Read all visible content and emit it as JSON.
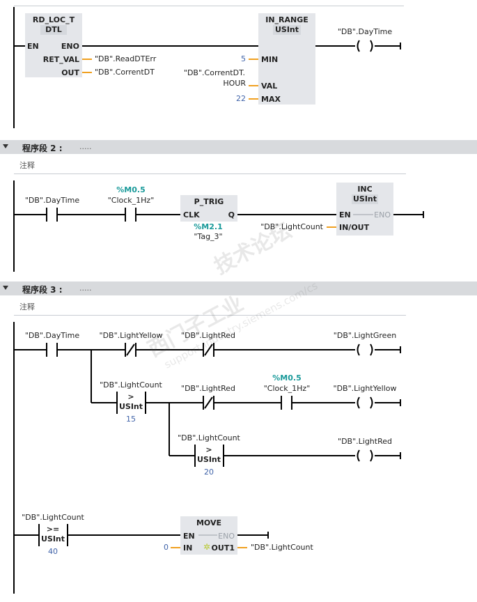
{
  "network1": {
    "rd_loc_t": {
      "title": "RD_LOC_T",
      "type": "DTL",
      "pin_en": "EN",
      "pin_eno": "ENO",
      "pin_ret": "RET_VAL",
      "pin_out": "OUT",
      "ret_operand": "\"DB\".ReadDTErr",
      "out_operand": "\"DB\".CorrentDT"
    },
    "in_range": {
      "title": "IN_RANGE",
      "type": "USInt",
      "pin_min": "MIN",
      "pin_val": "VAL",
      "pin_max": "MAX",
      "min_value": "5",
      "val_operand_line1": "\"DB\".CorrentDT.",
      "val_operand_line2": "HOUR",
      "max_value": "22"
    },
    "coil_tag": "\"DB\".DayTime"
  },
  "network2": {
    "header": "程序段 2 :",
    "dots": ".....",
    "comment": "注释",
    "contact1_tag": "\"DB\".DayTime",
    "contact2_addr": "%M0.5",
    "contact2_tag": "\"Clock_1Hz\"",
    "p_trig": {
      "title": "P_TRIG",
      "pin_clk": "CLK",
      "pin_q": "Q",
      "addr": "%M2.1",
      "tag": "\"Tag_3\""
    },
    "inc": {
      "title": "INC",
      "type": "USInt",
      "pin_en": "EN",
      "pin_eno": "ENO",
      "pin_inout": "IN/OUT",
      "inout_operand": "\"DB\".LightCount"
    }
  },
  "network3": {
    "header": "程序段 3 :",
    "dots": ".....",
    "comment": "注释",
    "daytime_tag": "\"DB\".DayTime",
    "lightyellow_nc_tag": "\"DB\".LightYellow",
    "lightred_nc_tag": "\"DB\".LightRed",
    "coil_green": "\"DB\".LightGreen",
    "cmp1": {
      "tag": "\"DB\".LightCount",
      "op": ">",
      "type": "USInt",
      "value": "15"
    },
    "lightred_nc2_tag": "\"DB\".LightRed",
    "clock_addr": "%M0.5",
    "clock_tag": "\"Clock_1Hz\"",
    "coil_yellow": "\"DB\".LightYellow",
    "cmp2": {
      "tag": "\"DB\".LightCount",
      "op": ">",
      "type": "USInt",
      "value": "20"
    },
    "coil_red": "\"DB\".LightRed",
    "cmp3": {
      "tag": "\"DB\".LightCount",
      "op": ">=",
      "type": "USInt",
      "value": "40"
    },
    "move": {
      "title": "MOVE",
      "pin_en": "EN",
      "pin_eno": "ENO",
      "pin_in": "IN",
      "pin_out": "OUT1",
      "in_value": "0",
      "out_operand": "\"DB\".LightCount"
    }
  },
  "watermark": {
    "line1": "西门子工业",
    "line2": "技术论坛",
    "line3": "support.industry.siemens.com/cs"
  },
  "colors": {
    "rail": "#000000",
    "box": "#e4e6ea",
    "boxsub": "#d5d8dd",
    "header": "#d8dadd",
    "pinline": "#f0a020",
    "teal": "#1a9a9a",
    "blue": "#3f62a8"
  }
}
